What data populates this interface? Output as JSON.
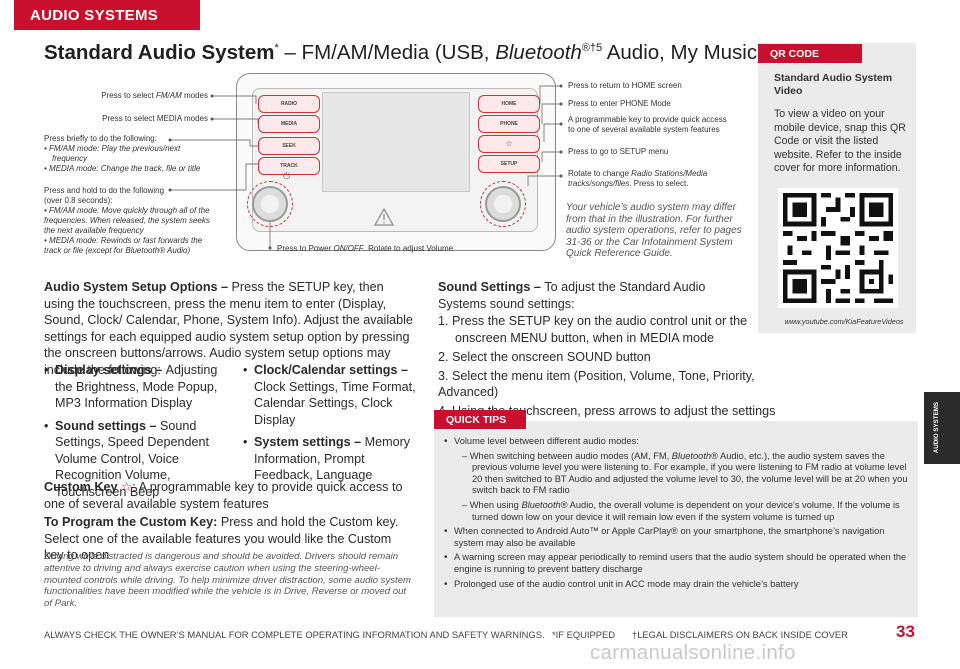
{
  "header": {
    "section_tab": "AUDIO SYSTEMS",
    "title_bold": "Standard Audio System",
    "title_star": "*",
    "title_rest": " – FM/AM/Media (USB, ",
    "title_bt": "Bluetooth",
    "title_sup": "®†5",
    "title_end": " Audio, My Music)"
  },
  "diagram": {
    "keys_left": [
      "RADIO",
      "MEDIA",
      "SEEK",
      "TRACK"
    ],
    "keys_right": [
      "HOME",
      "PHONE",
      "☆",
      "SETUP"
    ],
    "left_callouts": {
      "fmam_a": "Press to select ",
      "fmam_b": "FM/AM",
      "fmam_c": " modes",
      "media": "Press to select MEDIA modes",
      "brief_title": "Press briefly to do the following:",
      "brief_1": "• FM/AM mode: Play the previous/next",
      "brief_1b": "frequency",
      "brief_2": "• MEDIA mode: Change the track, file or title",
      "hold_title": "Press and hold to do the following",
      "hold_title2": "(over 0.8 seconds):",
      "hold_1": "• FM/AM mode: Move quickly through all of the",
      "hold_1b": "frequencies. When released, the system seeks",
      "hold_1c": "the next available frequency",
      "hold_2": "• MEDIA mode: Rewinds or fast forwards the",
      "hold_2b": "track or file (except for Bluetooth® Audio)"
    },
    "power_a": "Press to Power ",
    "power_b": "ON/OFF",
    "power_c": ". Rotate to adjust Volume",
    "right_callouts": {
      "home": "Press to return to HOME screen",
      "phone": "Press to enter PHONE Mode",
      "custom_1": "A programmable key to provide quick access",
      "custom_2": "to one of several available system features",
      "setup": "Press to go to SETUP menu",
      "rotate_1a": "Rotate to change ",
      "rotate_1b": "Radio Stations/Media",
      "rotate_2a": "tracks/songs/files",
      "rotate_2b": ". Press to select."
    },
    "note": "Your vehicle’s audio system may differ from that in the illustration. For further audio system operations, refer to pages 31-36 or the Car Infotainment System Quick Reference Guide."
  },
  "left_column": {
    "setup_heading": "Audio System Setup Options – ",
    "setup_text": "Press the SETUP key, then using the touchscreen, press the menu item to enter (Display, Sound, Clock/ Calendar, Phone, System Info). Adjust the available settings for each equipped audio system setup option by pressing the onscreen buttons/arrows. Audio system setup options may include the following:",
    "bullets_left": [
      {
        "head": "Display settings – ",
        "text": "Adjusting the Brightness, Mode Popup, MP3 Information Display"
      },
      {
        "head": "Sound settings – ",
        "text": "Sound Settings, Speed Dependent Volume Control, Voice Recognition Volume, Touchscreen Beep"
      }
    ],
    "bullets_right": [
      {
        "head": "Clock/Calendar settings – ",
        "text": "Clock Settings, Time Format, Calendar Settings, Clock Display"
      },
      {
        "head": "System settings – ",
        "text": "Memory Information, Prompt Feedback, Language"
      }
    ],
    "custom_heading": "Custom Key ",
    "custom_star": "☆",
    "custom_text": ": A programmable key to provide quick access to one of several available system features",
    "program_heading": "To Program the Custom Key: ",
    "program_text": "Press and hold the Custom key. Select one of the available features you would like the Custom key to open",
    "warning": "Driving while distracted is dangerous and should be avoided. Drivers should remain attentive to driving and always exercise caution when using the steering-wheel-mounted controls while driving. To help minimize driver distraction, some audio system functionalities have been modified while the vehicle is in Drive, Reverse or moved out of Park."
  },
  "sound_settings": {
    "heading": "Sound Settings – ",
    "intro": "To adjust the Standard Audio Systems sound settings:",
    "steps": [
      "1. Press the SETUP key on the audio control unit or the",
      "onscreen MENU button, when in MEDIA mode",
      "2. Select the onscreen SOUND button",
      "3. Select the menu item (Position, Volume, Tone, Priority, Advanced)",
      "4. Using the touchscreen, press arrows to adjust the settings"
    ]
  },
  "qr": {
    "tag": "QR CODE",
    "title": "Standard Audio System Video",
    "text": "To view a video on your mobile device, snap this QR Code or visit the listed website. Refer to the inside cover for more information.",
    "url": "www.youtube.com/KiaFeatureVideos"
  },
  "quick_tips": {
    "tag": "QUICK TIPS",
    "t1": "Volume level between different audio modes:",
    "s1a": "– When switching between audio modes (AM, FM, ",
    "s1b": "Bluetooth",
    "s1c": "® Audio, etc.), the audio system saves the previous volume level you were listening to. For example, if you were listening to FM radio at volume level 20 then switched to BT Audio and adjusted the volume level to 30, the volume level will be at 20 when you switch back to FM radio",
    "s2a": "– When using ",
    "s2b": "Bluetooth",
    "s2c": "® Audio, the overall volume is dependent on your device’s volume.  If the volume is turned down low on your device it will remain low even if the system volume is turned up",
    "t2": "When connected to Android Auto™ or Apple CarPlay® on your smartphone, the smartphone’s navigation system may also be available",
    "t3": "A warning screen may appear periodically to remind users that the audio system should be operated when the engine is running to prevent battery discharge",
    "t4": "Prolonged use of the audio control unit in ACC mode may drain the vehicle’s battery"
  },
  "side_tab": "AUDIO SYSTEMS",
  "footer": {
    "left": "ALWAYS CHECK THE OWNER’S MANUAL FOR COMPLETE OPERATING INFORMATION AND SAFETY WARNINGS.",
    "mid": "*IF EQUIPPED",
    "right": "†LEGAL DISCLAIMERS ON BACK INSIDE COVER",
    "page": "33"
  },
  "watermark": "carmanualsonline.info",
  "colors": {
    "accent": "#c8102e",
    "panel_gray": "#ebebeb",
    "side_tab": "#2b2b2b"
  }
}
